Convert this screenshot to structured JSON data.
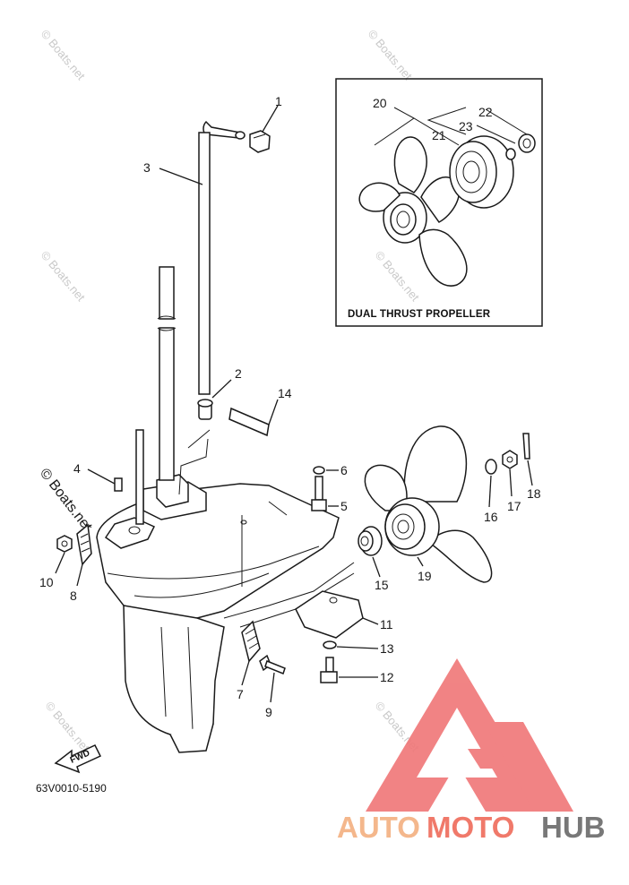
{
  "diagram": {
    "inset_title": "DUAL THRUST PROPELLER",
    "diagram_code": "63V0010-5190",
    "fwd_label": "FWD",
    "callouts": [
      "1",
      "2",
      "3",
      "4",
      "5",
      "6",
      "7",
      "8",
      "9",
      "10",
      "11",
      "12",
      "13",
      "14",
      "15",
      "16",
      "17",
      "18",
      "19",
      "20",
      "21",
      "22",
      "23"
    ]
  },
  "watermark": {
    "text": "© Boats.net",
    "side_text": "© Boats.net"
  },
  "brand": {
    "word_auto": "AUTO",
    "word_moto": "MOTO",
    "word_hub": "HUB",
    "color_auto": "#f4b183",
    "color_moto": "#ef6e5e",
    "color_hub": "#6d6d6d",
    "logo_color": "#f0797a"
  }
}
